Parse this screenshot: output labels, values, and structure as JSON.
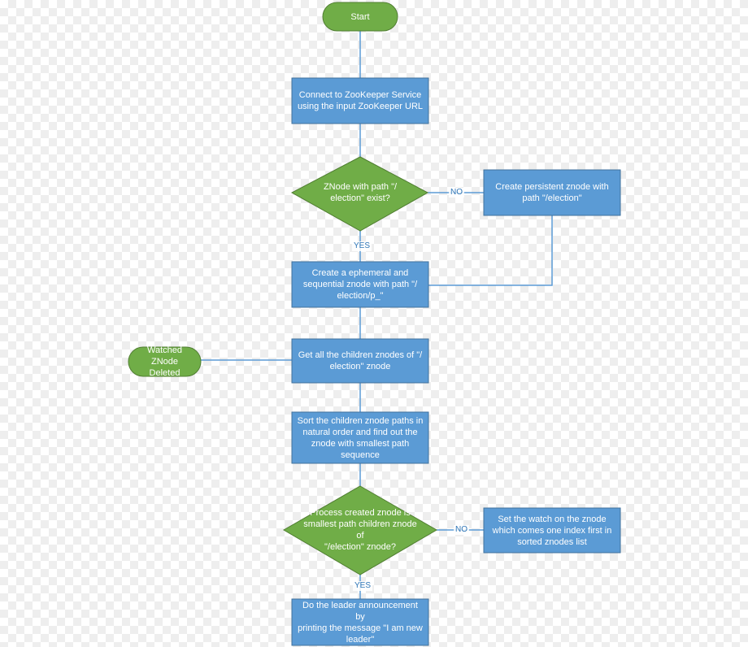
{
  "colors": {
    "process": "#5b9bd5",
    "process_border": "#41719c",
    "terminal": "#70ad47",
    "decision": "#70ad47",
    "connector": "#5b9bd5"
  },
  "nodes": {
    "start": "Start",
    "connect": "Connect to ZooKeeper Service\nusing the input ZooKeeper URL",
    "check_election": "ZNode with path \"/\nelection\" exist?",
    "create_persistent": "Create persistent znode with\npath \"/election\"",
    "create_ephemeral": "Create a ephemeral and\nsequential znode with path \"/\nelection/p_\"",
    "watched_deleted": "Watched ZNode\nDeleted",
    "get_children": "Get all the children znodes of \"/\nelection\" znode",
    "sort_children": "Sort the children znode paths in\nnatural order and find out the\nznode with smallest path\nsequence",
    "check_smallest": "Process created znode is\nsmallest path children znode of\n\"/election\" znode?",
    "set_watch": "Set the watch on the znode\nwhich comes one index first in\nsorted znodes list",
    "leader": "Do the leader announcement by\nprinting the message \"I am new\nleader\""
  },
  "labels": {
    "no_1": "NO",
    "yes_1": "YES",
    "no_2": "NO",
    "yes_2": "YES"
  }
}
